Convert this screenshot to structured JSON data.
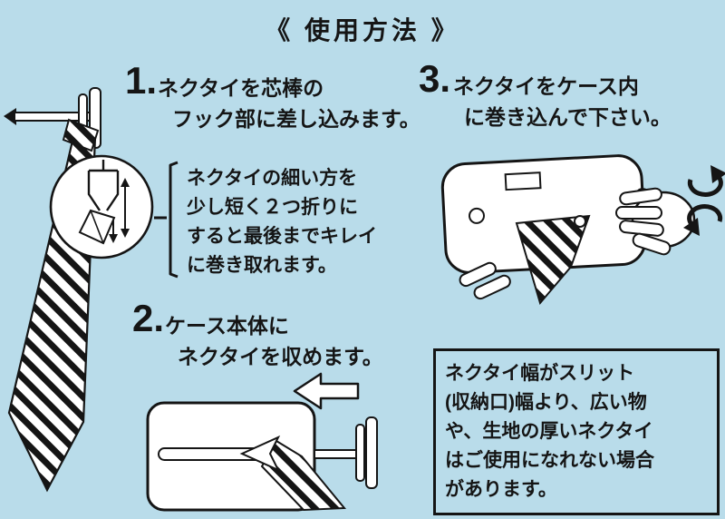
{
  "title": "《 使用方法 》",
  "steps": {
    "s1": {
      "num": "1.",
      "line1": "ネクタイを芯棒の",
      "line2": "フック部に差し込みます。"
    },
    "s2": {
      "num": "2.",
      "line1": "ケース本体に",
      "line2": "ネクタイを収めます。"
    },
    "s3": {
      "num": "3.",
      "line1": "ネクタイをケース内",
      "line2": "に巻き込んで下さい。"
    }
  },
  "tip": {
    "lines": [
      "ネクタイの細い方を",
      "少し短く２つ折りに",
      "すると最後までキレイ",
      "に巻き取れます。"
    ]
  },
  "warning": {
    "lines": [
      "ネクタイ幅がスリット",
      "(収納口)幅より、広い物",
      "や、生地の厚いネクタイ",
      "はご使用になれない場合",
      "があります。"
    ]
  },
  "colors": {
    "background": "#b9dcea",
    "ink": "#151515"
  }
}
